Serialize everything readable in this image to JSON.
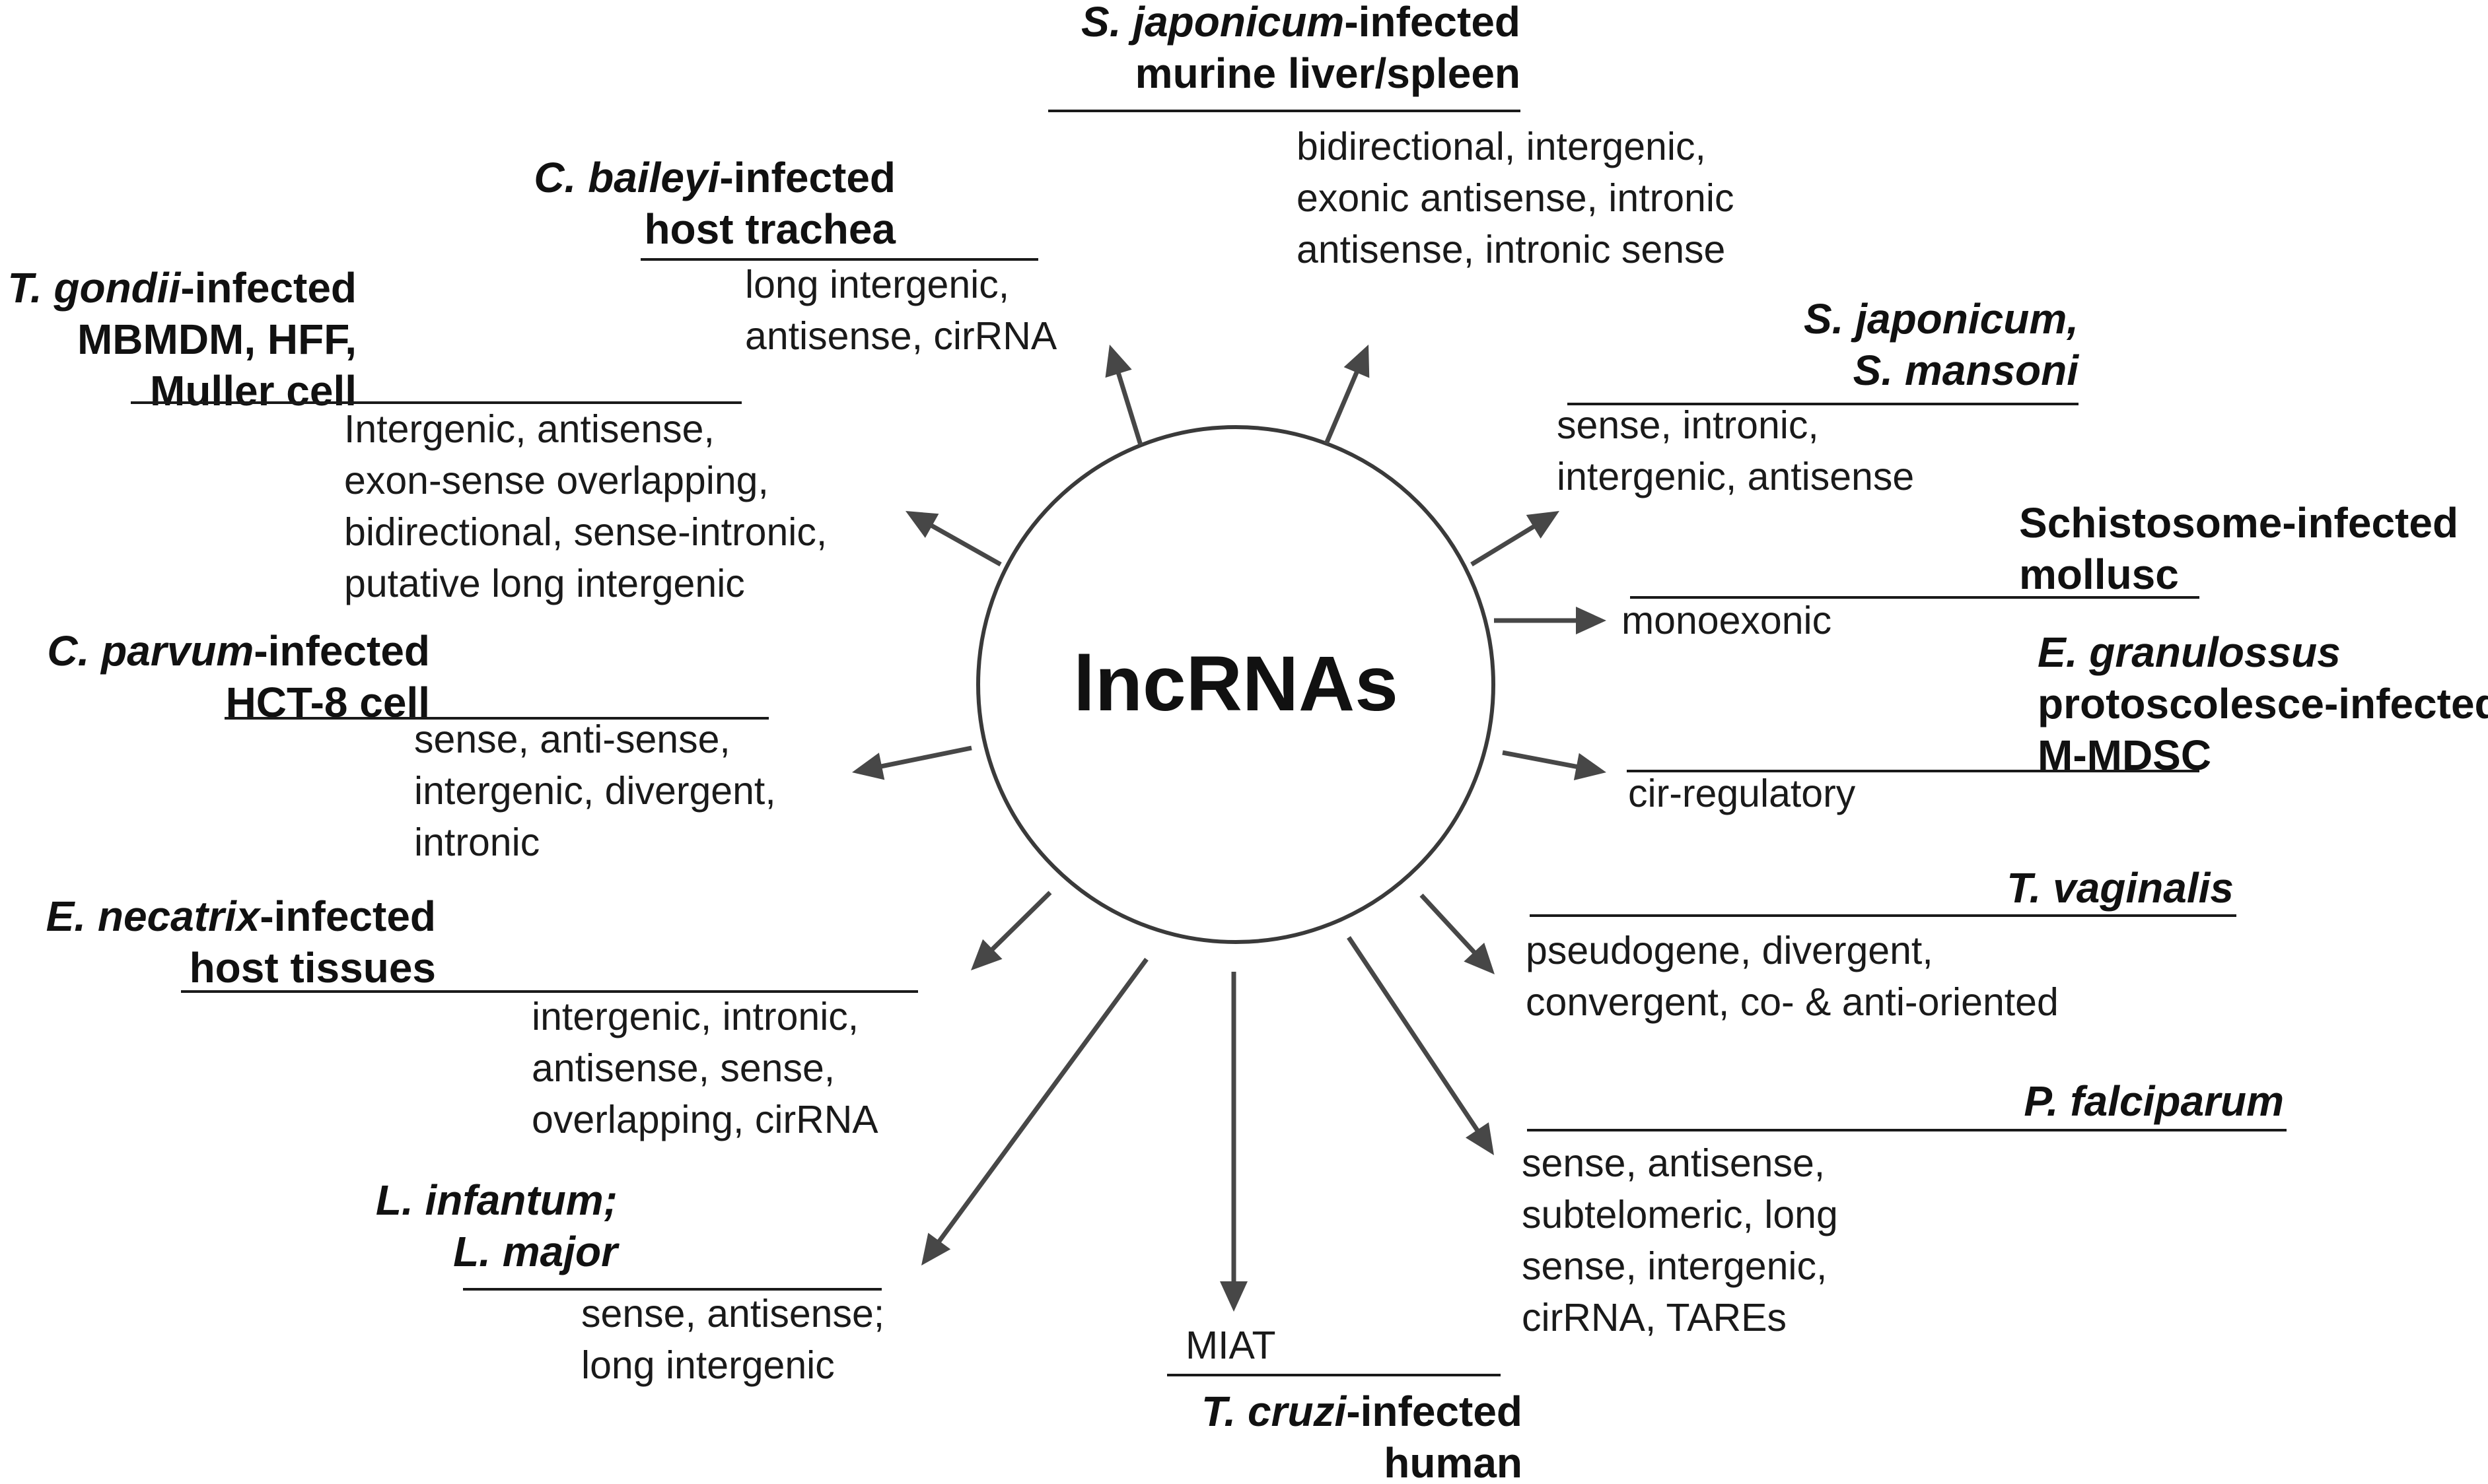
{
  "hub": {
    "label": "lncRNAs"
  },
  "groups": {
    "s_japonicum_liver": {
      "title": [
        [
          {
            "t": "S. japonicum",
            "i": true
          },
          {
            "t": "-infected",
            "i": false
          }
        ],
        [
          {
            "t": "murine liver/spleen",
            "i": false
          }
        ]
      ],
      "types": [
        "bidirectional, intergenic,",
        "exonic antisense, intronic",
        "antisense, intronic sense"
      ]
    },
    "c_baileyi": {
      "title": [
        [
          {
            "t": "C. baileyi",
            "i": true
          },
          {
            "t": "-infected",
            "i": false
          }
        ],
        [
          {
            "t": "host trachea",
            "i": false
          }
        ]
      ],
      "types": [
        "long intergenic,",
        "antisense, cirRNA"
      ]
    },
    "t_gondii": {
      "title": [
        [
          {
            "t": "T. gondii",
            "i": true
          },
          {
            "t": "-infected",
            "i": false
          }
        ],
        [
          {
            "t": "MBMDM, HFF,",
            "i": false
          }
        ],
        [
          {
            "t": "Muller cell",
            "i": false
          }
        ]
      ],
      "types": [
        "Intergenic, antisense,",
        "exon-sense overlapping,",
        "bidirectional, sense-intronic,",
        "putative long intergenic"
      ]
    },
    "c_parvum": {
      "title": [
        [
          {
            "t": "C. parvum",
            "i": true
          },
          {
            "t": "-infected",
            "i": false
          }
        ],
        [
          {
            "t": "HCT-8 cell",
            "i": false
          }
        ]
      ],
      "types": [
        "sense, anti-sense,",
        "intergenic, divergent,",
        "intronic"
      ]
    },
    "e_necatrix": {
      "title": [
        [
          {
            "t": "E. necatrix",
            "i": true
          },
          {
            "t": "-infected",
            "i": false
          }
        ],
        [
          {
            "t": "host tissues",
            "i": false
          }
        ]
      ],
      "types": [
        "intergenic, intronic,",
        "antisense, sense,",
        "overlapping, cirRNA"
      ]
    },
    "leishmania": {
      "title": [
        [
          {
            "t": "L. infantum;",
            "i": true
          }
        ],
        [
          {
            "t": "L. major",
            "i": true
          }
        ]
      ],
      "types": [
        "sense, antisense;",
        "long intergenic"
      ]
    },
    "t_cruzi": {
      "title": [
        [
          {
            "t": "T. cruzi",
            "i": true
          },
          {
            "t": "-infected",
            "i": false
          }
        ],
        [
          {
            "t": "human",
            "i": false
          }
        ]
      ],
      "types": [
        "MIAT"
      ]
    },
    "p_falciparum": {
      "title": [
        [
          {
            "t": "P. falciparum",
            "i": true
          }
        ]
      ],
      "types": [
        "sense, antisense,",
        "subtelomeric, long",
        "sense, intergenic,",
        "cirRNA, TAREs"
      ]
    },
    "t_vaginalis": {
      "title": [
        [
          {
            "t": "T. vaginalis",
            "i": true
          }
        ]
      ],
      "types": [
        "pseudogene, divergent,",
        "convergent, co- & anti-oriented"
      ]
    },
    "e_granulossus": {
      "title": [
        [
          {
            "t": "E. granulossus",
            "i": true
          }
        ],
        [
          {
            "t": "protoscolesce-infected",
            "i": false
          }
        ],
        [
          {
            "t": "M-MDSC",
            "i": false
          }
        ]
      ],
      "types": [
        "cir-regulatory"
      ]
    },
    "schistosome_mollusc": {
      "title": [
        [
          {
            "t": "Schistosome-infected",
            "i": false
          }
        ],
        [
          {
            "t": "mollusc",
            "i": false
          }
        ]
      ],
      "types": [
        "monoexonic"
      ]
    },
    "s_japonicum_mansoni": {
      "title": [
        [
          {
            "t": "S. japonicum,",
            "i": true
          }
        ],
        [
          {
            "t": "S. mansoni",
            "i": true
          }
        ]
      ],
      "types": [
        "sense, intronic,",
        "intergenic, antisense"
      ]
    }
  }
}
